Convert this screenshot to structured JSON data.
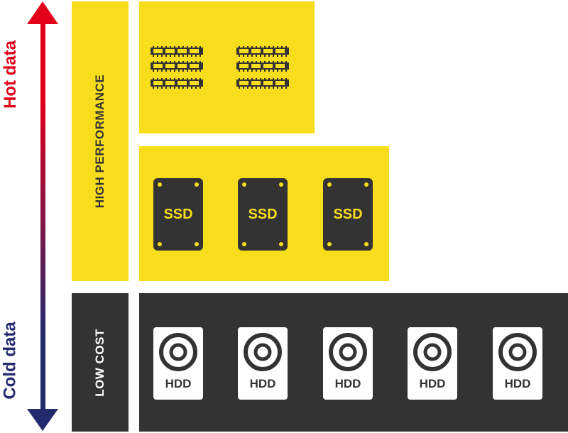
{
  "axis": {
    "top_label": "Hot data",
    "bottom_label": "Cold data",
    "top_color": "#e3001b",
    "bottom_color": "#232a6e"
  },
  "tiers": {
    "high": {
      "label": "HIGH PERFORMANCE",
      "color": "#f8dd1c"
    },
    "low": {
      "label": "LOW COST",
      "color": "#333333"
    }
  },
  "ram": {
    "icon": "ram-module-icon",
    "columns": 2,
    "modules_per_column": 3
  },
  "ssd": {
    "icon": "ssd-icon",
    "items": [
      "SSD",
      "SSD",
      "SSD"
    ]
  },
  "hdd": {
    "icon": "hdd-icon",
    "items": [
      "HDD",
      "HDD",
      "HDD",
      "HDD",
      "HDD"
    ]
  }
}
